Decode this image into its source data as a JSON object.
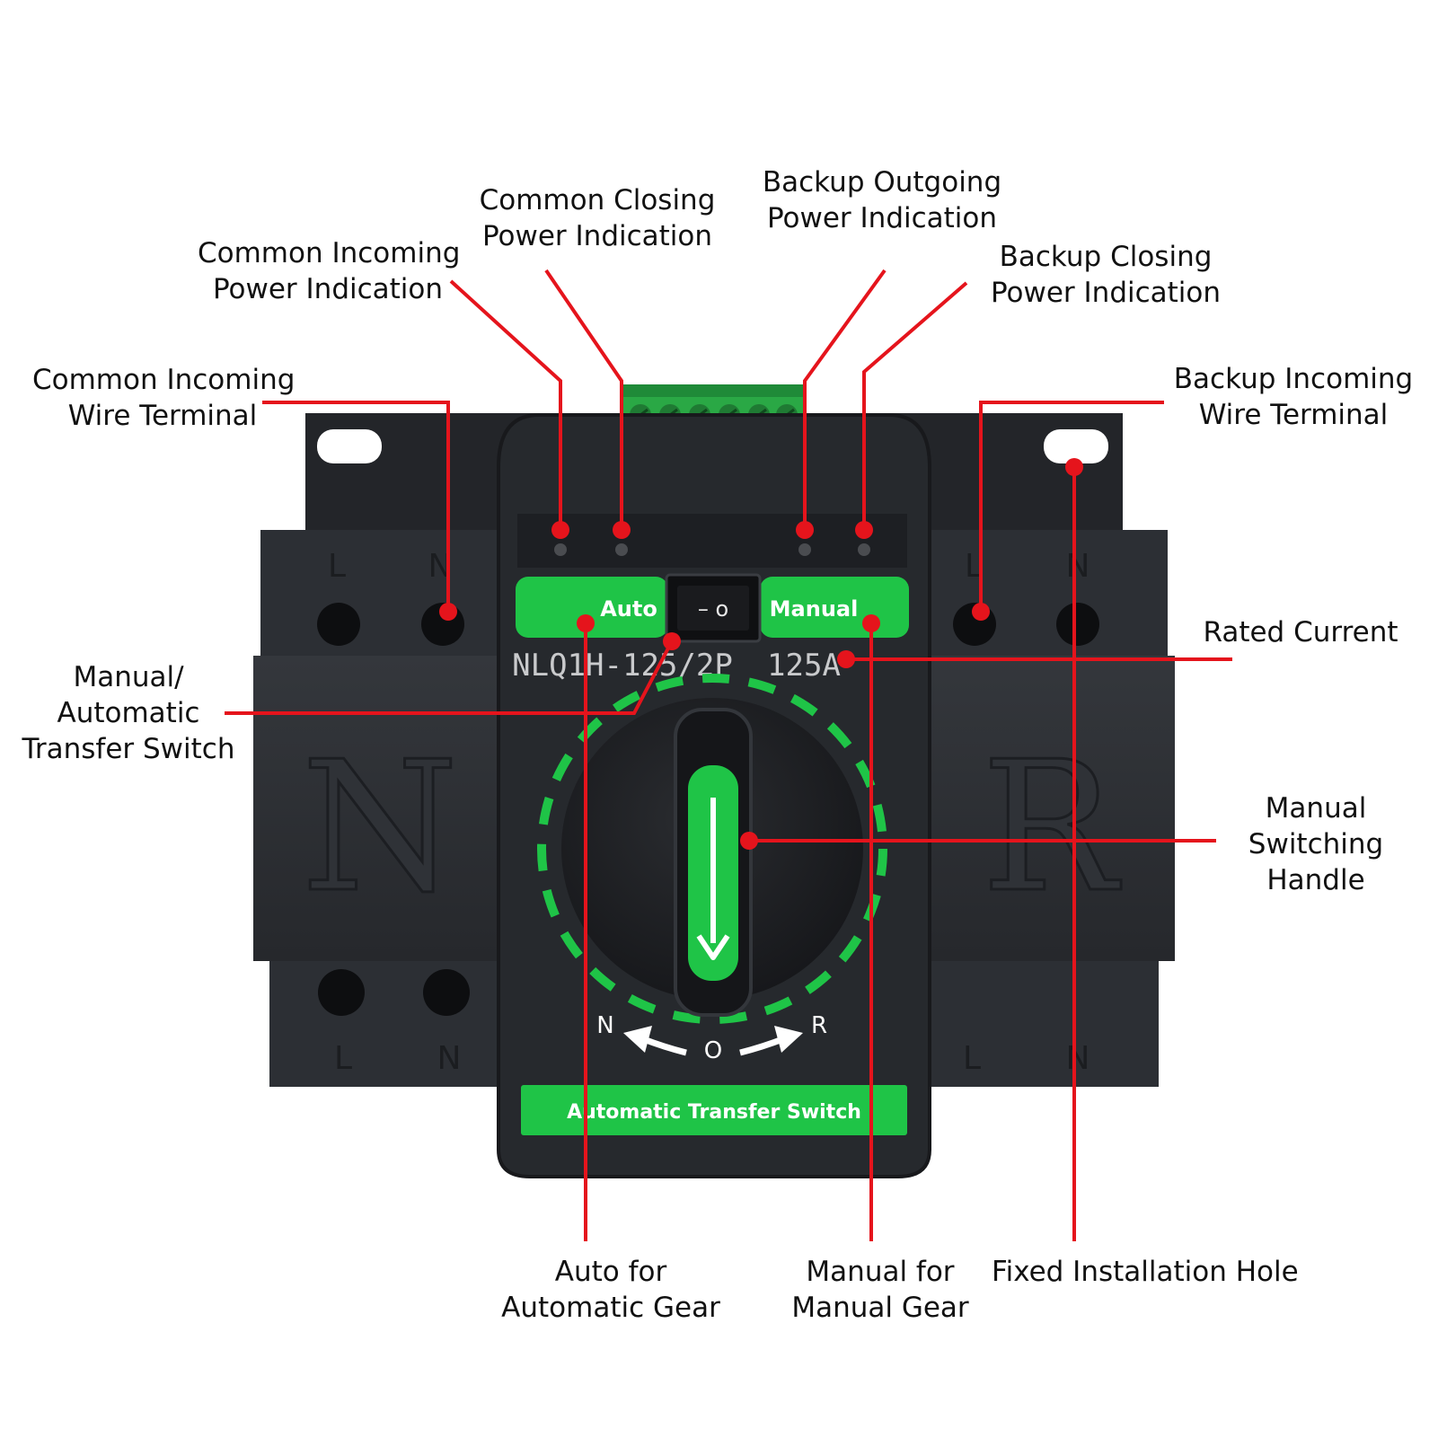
{
  "colors": {
    "callout_line": "#e5141c",
    "device_body": "#2b2e33",
    "device_dark": "#1c1e22",
    "accent_green": "#1fc447",
    "background": "#ffffff"
  },
  "device": {
    "auto_label": "Auto",
    "manual_label": "Manual",
    "rocker_text": "– o",
    "model_text": "NLQ1H-125/2P",
    "rating_text": "125A",
    "footer_text": "Automatic Transfer Switch",
    "left_letter": "N",
    "right_letter": "R",
    "dial_left": "N",
    "dial_mid": "O",
    "dial_right": "R",
    "terminal_top_left_l": "L",
    "terminal_top_left_n": "N",
    "terminal_top_right_l": "L",
    "terminal_top_right_n": "N",
    "terminal_bottom_left_l": "L",
    "terminal_bottom_left_n": "N",
    "terminal_bottom_right_l": "L",
    "terminal_bottom_right_n": "N"
  },
  "callouts": {
    "common_incoming_wire_terminal": [
      "Common Incoming",
      "Wire Terminal"
    ],
    "common_incoming_power_indication": [
      "Common Incoming",
      "Power Indication"
    ],
    "common_closing_power_indication": [
      "Common Closing",
      "Power Indication"
    ],
    "backup_outgoing_power_indication": [
      "Backup Outgoing",
      "Power Indication"
    ],
    "backup_closing_power_indication": [
      "Backup Closing",
      "Power Indication"
    ],
    "backup_incoming_wire_terminal": [
      "Backup Incoming",
      "Wire Terminal"
    ],
    "rated_current": [
      "Rated Current"
    ],
    "manual_automatic_transfer_switch": [
      "Manual/",
      "Automatic",
      "Transfer Switch"
    ],
    "manual_switching_handle": [
      "Manual",
      "Switching",
      "Handle"
    ],
    "auto_for_automatic_gear": [
      "Auto for",
      "Automatic Gear"
    ],
    "manual_for_manual_gear": [
      "Manual for",
      "Manual Gear"
    ],
    "fixed_installation_hole": [
      "Fixed Installation Hole"
    ]
  }
}
